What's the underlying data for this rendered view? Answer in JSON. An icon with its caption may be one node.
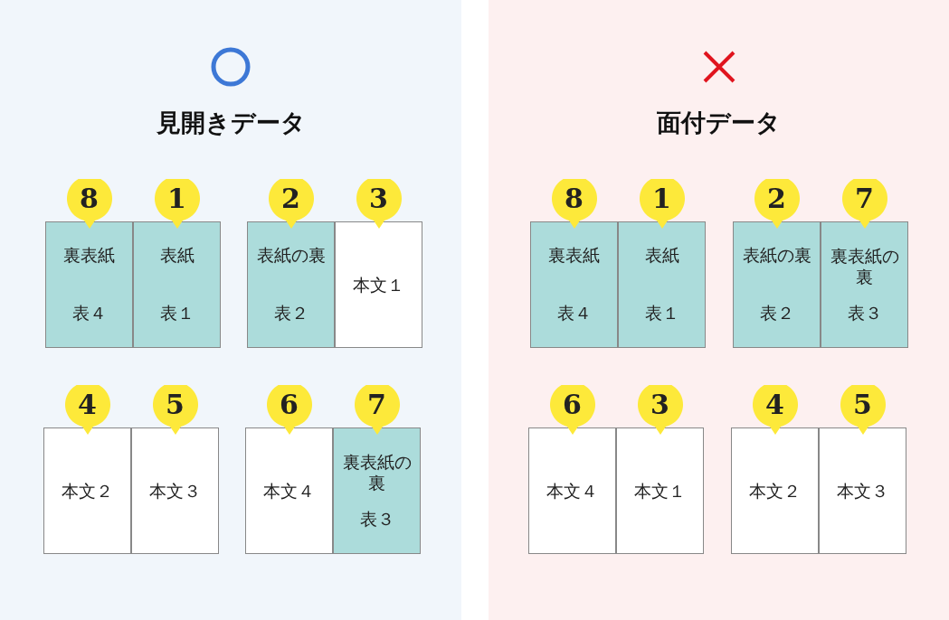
{
  "diagram": {
    "nodes": [
      {
        "text": [
          "見開きデータ"
        ]
      },
      {
        "text": [
          "面付データ"
        ]
      },
      {
        "text": [
          "裏表紙",
          "表４"
        ],
        "beside": [
          "8"
        ],
        "in": 0
      },
      {
        "text": [
          "表紙",
          "表１"
        ],
        "beside": [
          "1"
        ],
        "in": 0
      },
      {
        "text": [
          "表紙の裏",
          "表２"
        ],
        "beside": [
          "2"
        ],
        "in": 0
      },
      {
        "text": [
          "本文１"
        ],
        "beside": [
          "3"
        ],
        "in": 0
      },
      {
        "text": [
          "本文２"
        ],
        "beside": [
          "4"
        ],
        "in": 0
      },
      {
        "text": [
          "本文３"
        ],
        "beside": [
          "5"
        ],
        "in": 0
      },
      {
        "text": [
          "本文４"
        ],
        "beside": [
          "6"
        ],
        "in": 0
      },
      {
        "text": [
          "裏表紙の裏",
          "表３"
        ],
        "beside": [
          "7"
        ],
        "in": 0
      },
      {
        "text": [
          "裏表紙",
          "表４"
        ],
        "beside": [
          "8"
        ],
        "in": 1
      },
      {
        "text": [
          "表紙",
          "表１"
        ],
        "beside": [
          "1"
        ],
        "in": 1
      },
      {
        "text": [
          "表紙の裏",
          "表２"
        ],
        "beside": [
          "2"
        ],
        "in": 1
      },
      {
        "text": [
          "裏表紙の裏",
          "表３"
        ],
        "beside": [
          "7"
        ],
        "in": 1
      },
      {
        "text": [
          "本文４"
        ],
        "beside": [
          "6"
        ],
        "in": 1
      },
      {
        "text": [
          "本文１"
        ],
        "beside": [
          "3"
        ],
        "in": 1
      },
      {
        "text": [
          "本文２"
        ],
        "beside": [
          "4"
        ],
        "in": 1
      },
      {
        "text": [
          "本文３"
        ],
        "beside": [
          "5"
        ],
        "in": 1
      }
    ]
  }
}
